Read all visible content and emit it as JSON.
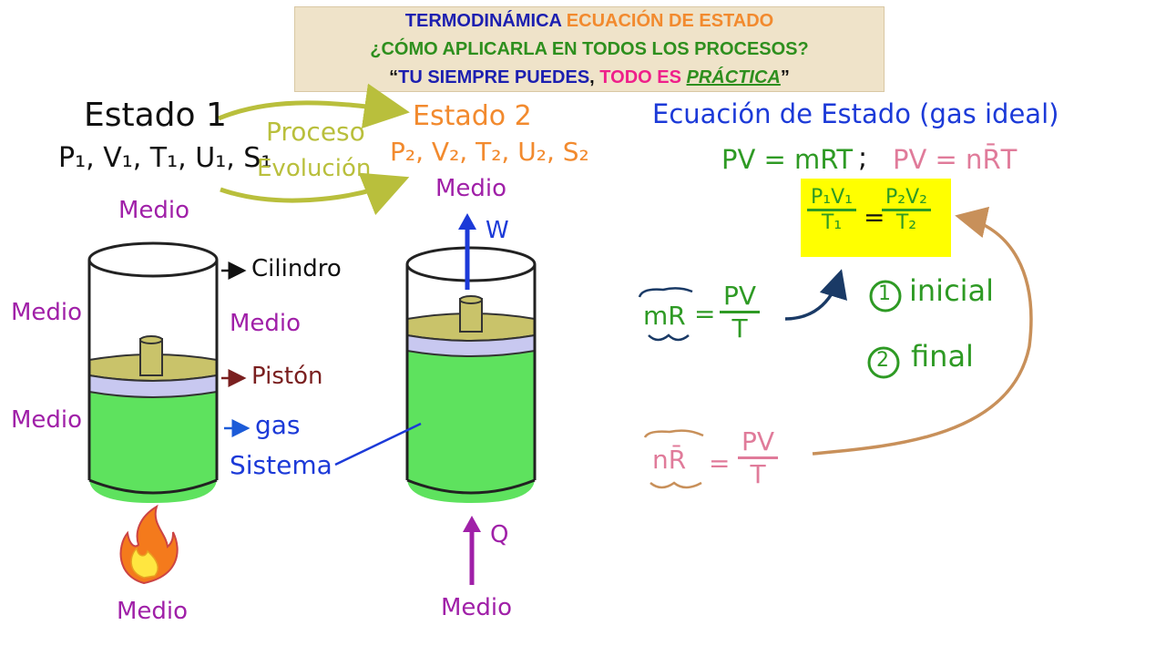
{
  "banner": {
    "line1_a": "TERMODINÁMICA",
    "line1_b": "ECUACIÓN DE ESTADO",
    "line2": "¿CÓMO APLICARLA EN TODOS LOS PROCESOS?",
    "line3_q1": "“",
    "line3_a": "TU SIEMPRE PUEDES",
    "line3_comma": ",",
    "line3_b": "TODO ES",
    "line3_c": "PRÁCTICA",
    "line3_q2": "”"
  },
  "estado1": {
    "title": "Estado 1",
    "props": "P₁, V₁, T₁, U₁, S₁"
  },
  "estado2": {
    "title": "Estado 2",
    "props": "P₂, V₂, T₂, U₂, S₂"
  },
  "proceso": {
    "line1": "Proceso",
    "line2": "Evolución"
  },
  "labels": {
    "medio": "Medio",
    "cilindro": "Cilindro",
    "piston": "Pistón",
    "gas": "gas",
    "sistema": "Sistema",
    "w": "W",
    "q": "Q"
  },
  "ecuacion": {
    "title": "Ecuación de Estado (gas ideal)",
    "eq1": "PV = mRT",
    "sep": ";",
    "eq2": "PV = nR̄T",
    "box_num_left": "P₁V₁",
    "box_den_left": "T₁",
    "box_eq": "=",
    "box_num_right": "P₂V₂",
    "box_den_right": "T₂",
    "mr_left": "mR",
    "mr_eq": "=",
    "mr_num": "PV",
    "mr_den": "T",
    "nr_left": "nR̄",
    "nr_eq": "=",
    "nr_num": "PV",
    "nr_den": "T",
    "inicial_num": "1",
    "inicial": "inicial",
    "final_num": "2",
    "final": "final"
  },
  "colors": {
    "dark_blue": "#1c1fb0",
    "orange": "#f28a2e",
    "green": "#2e9a24",
    "magenta": "#a020a8",
    "olive": "#b9bf3c",
    "maroon": "#7a1f1f",
    "gas_green": "#5ee25e",
    "piston_tan": "#c9c36a",
    "pink": "#e07b9a",
    "tan": "#c8905a",
    "navy": "#1a3a66",
    "highlight": "#ffff00"
  }
}
